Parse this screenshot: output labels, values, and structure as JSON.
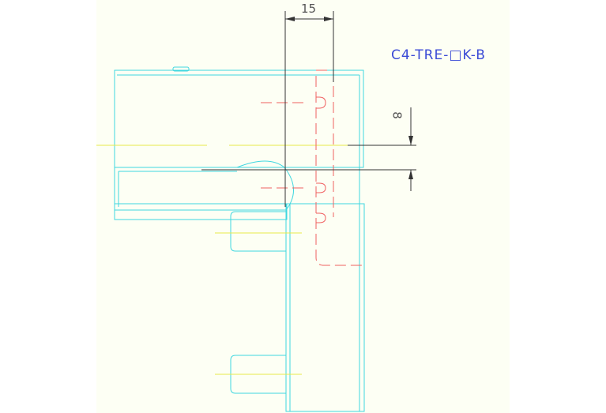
{
  "drawing": {
    "part_code": "C4-TRE-□K-B",
    "dimensions": {
      "horizontal": "15",
      "vertical": "8"
    }
  },
  "colors": {
    "background": "#fdfff4",
    "outline": "#3fd7e0",
    "hidden": "#f06060",
    "center": "#e8e84a",
    "dimension": "#333333",
    "label": "#3b4bd6"
  }
}
